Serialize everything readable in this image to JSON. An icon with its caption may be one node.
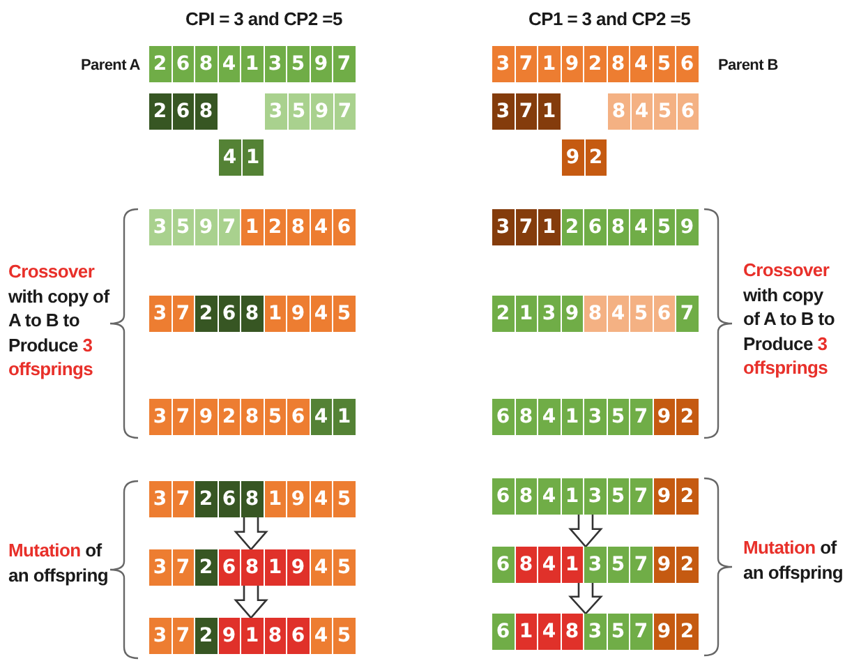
{
  "diagram": {
    "nodes": [
      {
        "text": [
          "2",
          "6",
          "8",
          "4",
          "1",
          "3",
          "5",
          "9",
          "7"
        ]
      },
      {
        "text": [
          "3",
          "7",
          "1",
          "9",
          "2",
          "8",
          "4",
          "5",
          "6"
        ]
      },
      {
        "text": [
          "2",
          "6",
          "8"
        ]
      },
      {
        "text": [
          "3",
          "5",
          "9",
          "7"
        ]
      },
      {
        "text": [
          "3",
          "7",
          "1"
        ]
      },
      {
        "text": [
          "8",
          "4",
          "5",
          "6"
        ]
      },
      {
        "text": [
          "4",
          "1"
        ]
      },
      {
        "text": [
          "9",
          "2"
        ]
      },
      {
        "text": [
          "3",
          "5",
          "9",
          "7",
          "1",
          "2",
          "8",
          "4",
          "6"
        ]
      },
      {
        "text": [
          "3",
          "7",
          "1",
          "2",
          "6",
          "8",
          "4",
          "5",
          "9"
        ]
      },
      {
        "text": [
          "3",
          "7",
          "2",
          "6",
          "8",
          "1",
          "9",
          "4",
          "5"
        ]
      },
      {
        "text": [
          "2",
          "1",
          "3",
          "9",
          "8",
          "4",
          "5",
          "6",
          "7"
        ]
      },
      {
        "text": [
          "3",
          "7",
          "9",
          "2",
          "8",
          "5",
          "6",
          "4",
          "1"
        ]
      },
      {
        "text": [
          "6",
          "8",
          "4",
          "1",
          "3",
          "5",
          "7",
          "9",
          "2"
        ]
      },
      {
        "text": [
          "3",
          "7",
          "2",
          "6",
          "8",
          "1",
          "9",
          "4",
          "5"
        ]
      },
      {
        "text": [
          "6",
          "8",
          "4",
          "1",
          "3",
          "5",
          "7",
          "9",
          "2"
        ]
      },
      {
        "text": [
          "3",
          "7",
          "2",
          "6",
          "8",
          "1",
          "9",
          "4",
          "5"
        ]
      },
      {
        "text": [
          "6",
          "8",
          "4",
          "1",
          "3",
          "5",
          "7",
          "9",
          "2"
        ]
      },
      {
        "text": [
          "3",
          "7",
          "2",
          "9",
          "1",
          "8",
          "6",
          "4",
          "5"
        ]
      },
      {
        "text": [
          "6",
          "1",
          "4",
          "8",
          "3",
          "5",
          "7",
          "9",
          "2"
        ]
      }
    ],
    "edges": [
      {
        "from": 14,
        "to": 16,
        "arrow": "to"
      },
      {
        "from": 16,
        "to": 18,
        "arrow": "to"
      },
      {
        "from": 15,
        "to": 17,
        "arrow": "to"
      },
      {
        "from": 17,
        "to": 19,
        "arrow": "to"
      }
    ],
    "labels": [
      "CPI = 3 and CP2 =5",
      "CP1 = 3 and CP2 =5",
      "Parent A",
      "Parent B",
      "**Crossover** with copy of A to B to Produce **3 offsprings**",
      "**Crossover** with copy of A to B to Produce **3 offsprings**",
      "**Mutation** of an offspring",
      "**Mutation** of an offspring"
    ]
  }
}
